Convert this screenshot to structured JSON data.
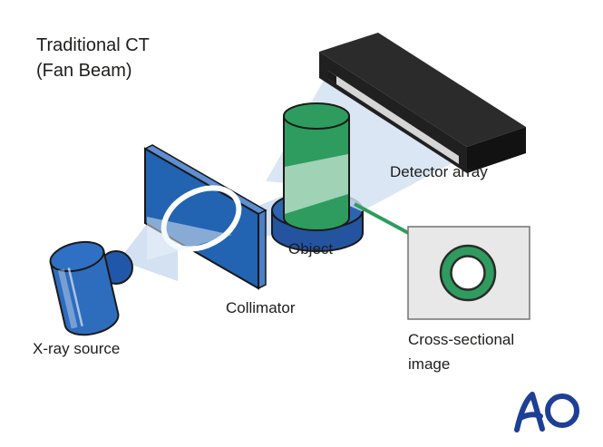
{
  "title": {
    "line1": "Traditional CT",
    "line2": "(Fan Beam)"
  },
  "labels": {
    "detector_array": "Detector array",
    "object": "Object",
    "collimator": "Collimator",
    "xray_source": "X-ray source",
    "cross_section_line1": "Cross-sectional",
    "cross_section_line2": "image"
  },
  "logo": {
    "name": "AO"
  },
  "colors": {
    "green": "#2e9c5e",
    "beam": "#d3e1f2",
    "plate_blue": "#2263b2",
    "cylinder_blue": "#2e6cbd",
    "base_blue_top": "#2d64b2",
    "base_blue_side": "#24549f",
    "bump_blue": "#2157a8",
    "detector_black": "#2b2b2b",
    "detector_strip": "#d6d6d6",
    "box_bg": "#e7e8e7",
    "box_border": "#707271",
    "logo_blue": "#1d3f96",
    "text": "#1d1d1b"
  }
}
